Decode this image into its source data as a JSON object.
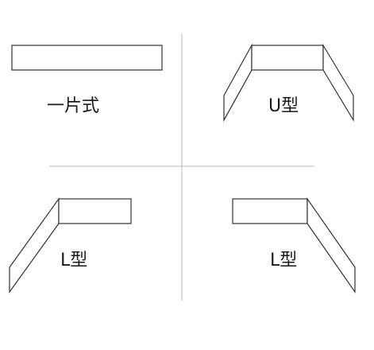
{
  "labels": {
    "one_piece": "一片式",
    "u_type": "U型",
    "l_type_left": "L型",
    "l_type_right": "L型"
  }
}
